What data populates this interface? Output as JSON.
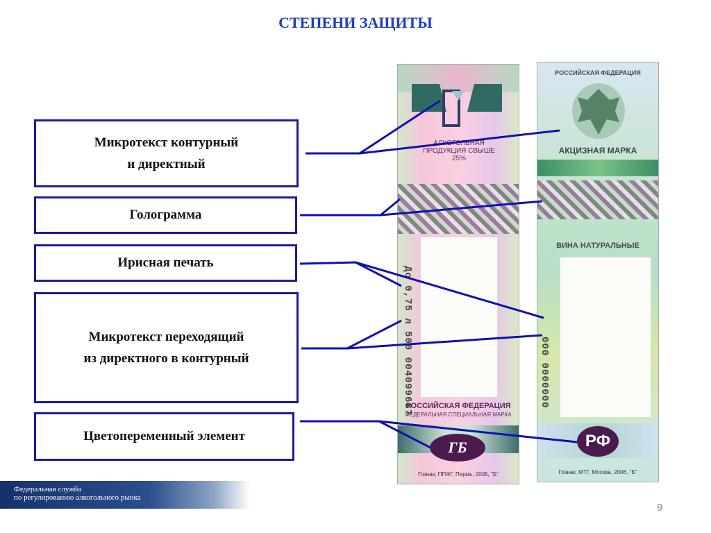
{
  "title": "СТЕПЕНИ ЗАЩИТЫ",
  "boxes": {
    "b1": "Микротекст контурный\nи директный",
    "b2": "Голограмма",
    "b3": "Ирисная печать",
    "b4": "Микротекст переходящий\nиз директного в контурный",
    "b5": "Цветопеременный элемент"
  },
  "stamp1": {
    "product": "АЛКОГОЛЬНАЯ ПРОДУКЦИЯ СВЫШЕ 25%",
    "serial": "До 0,75 л 500 004099687",
    "country": "РОССИЙСКАЯ ФЕДЕРАЦИЯ",
    "subtitle": "ФЕДЕРАЛЬНАЯ СПЕЦИАЛЬНАЯ МАРКА",
    "emblem": "ГБ",
    "printer": "Гознак; ППФГ, Пермь, 2005, \"Б\""
  },
  "stamp2": {
    "country": "РОССИЙСКАЯ ФЕДЕРАЦИЯ",
    "mark": "АКЦИЗНАЯ МАРКА",
    "category": "ВИНА НАТУРАЛЬНЫЕ",
    "serial": "000 0000000",
    "emblem": "РФ",
    "printer": "Гознак; МТГ, Москва, 2006, \"Б\""
  },
  "footer": {
    "line1": "Федеральная служба",
    "line2": "по регулированию алкогольного рынка"
  },
  "page_number": "9",
  "colors": {
    "accent": "#1a1aa0",
    "title": "#1f3fbf"
  }
}
